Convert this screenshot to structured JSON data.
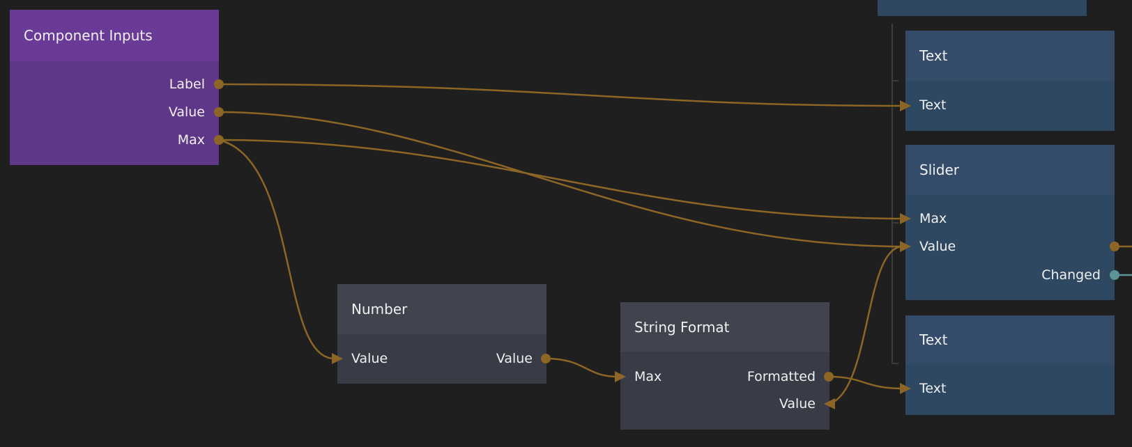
{
  "colors": {
    "background": "#1f1f1f",
    "wire": "#8d6626",
    "signal_wire": "#5b9494",
    "component_node": "#5f3789",
    "visual_node": "#2f4862",
    "logic_node": "#393c47"
  },
  "nodes": {
    "component_inputs": {
      "title": "Component Inputs",
      "outputs": [
        "Label",
        "Value",
        "Max"
      ]
    },
    "text_top": {
      "title": "Text",
      "inputs": [
        "Text"
      ]
    },
    "slider": {
      "title": "Slider",
      "inputs": [
        "Max",
        "Value"
      ],
      "outputs": [
        "Changed"
      ]
    },
    "text_bottom": {
      "title": "Text",
      "inputs": [
        "Text"
      ]
    },
    "number": {
      "title": "Number",
      "inputs": [
        "Value"
      ],
      "outputs": [
        "Value"
      ]
    },
    "string_format": {
      "title": "String Format",
      "inputs": [
        "Max"
      ],
      "outputs": [
        "Formatted",
        "Value"
      ]
    }
  }
}
